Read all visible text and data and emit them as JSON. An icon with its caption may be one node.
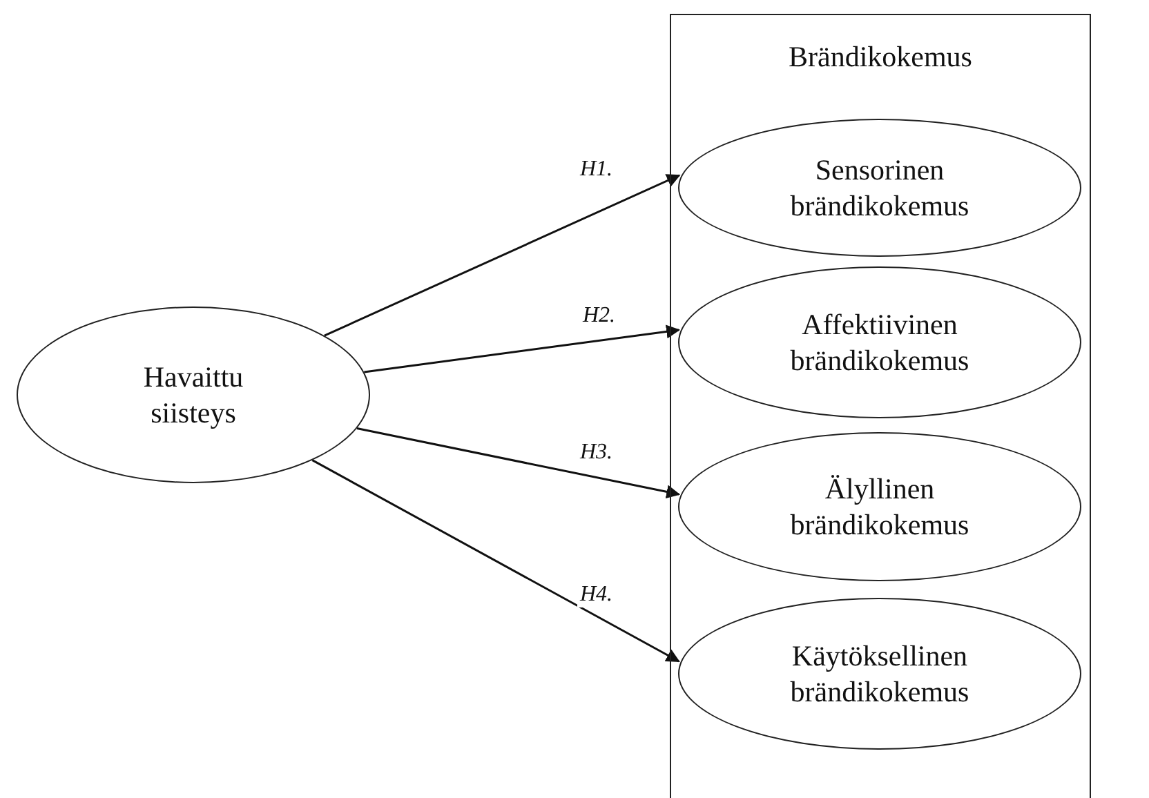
{
  "diagram": {
    "nodes": [
      {
        "text": [
          "Havaittu siisteys"
        ]
      },
      {
        "text": [
          "Brändikokemus"
        ]
      },
      {
        "text": [
          "Sensorinen brändikokemus"
        ],
        "in": 1
      },
      {
        "text": [
          "Affektiivinen brändikokemus"
        ],
        "in": 1
      },
      {
        "text": [
          "Älyllinen brändikokemus"
        ],
        "in": 1
      },
      {
        "text": [
          "Käytöksellinen brändikokemus"
        ],
        "in": 1
      }
    ],
    "edges": [
      {
        "from": 0,
        "to": 2,
        "arrow": "to",
        "label": "H1."
      },
      {
        "from": 0,
        "to": 3,
        "arrow": "to",
        "label": "H2."
      },
      {
        "from": 0,
        "to": 4,
        "arrow": "to",
        "label": "H3."
      },
      {
        "from": 0,
        "to": 5,
        "arrow": "to",
        "label": "H4."
      }
    ]
  }
}
